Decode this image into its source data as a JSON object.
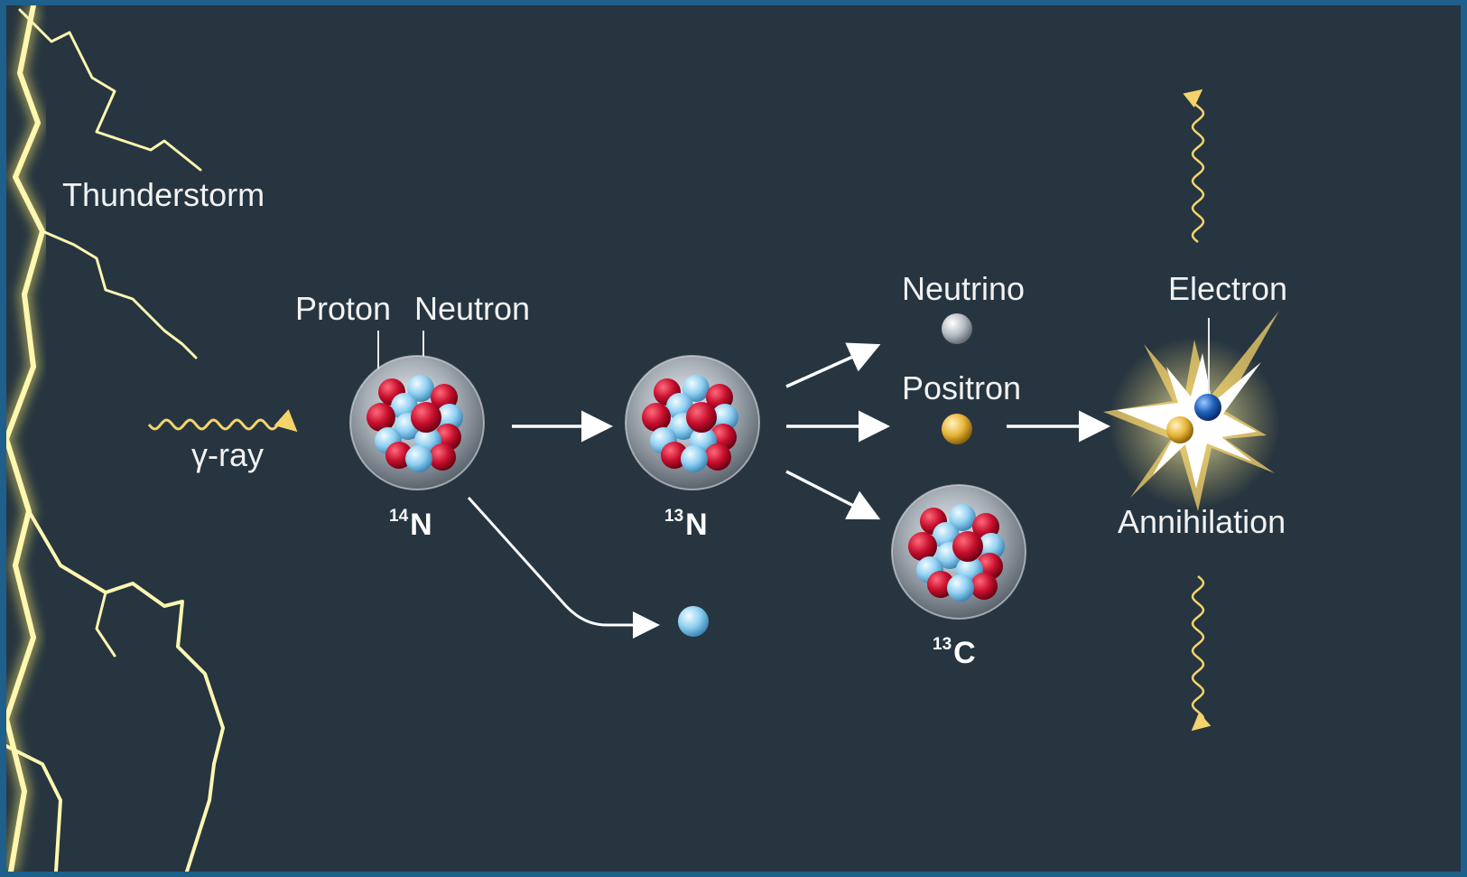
{
  "labels": {
    "thunderstorm": "Thunderstorm",
    "gamma_ray": "γ-ray",
    "proton": "Proton",
    "neutron": "Neutron",
    "neutrino": "Neutrino",
    "positron": "Positron",
    "electron": "Electron",
    "annihilation": "Annihilation"
  },
  "isotopes": {
    "n14": {
      "mass": "14",
      "symbol": "N"
    },
    "n13": {
      "mass": "13",
      "symbol": "N"
    },
    "c13": {
      "mass": "13",
      "symbol": "C"
    }
  },
  "colors": {
    "background": "#263540",
    "frame": "#1f5f8c",
    "proton": "#c8102e",
    "neutron": "#8fd0f2",
    "lightning": "#fff7b0",
    "gamma": "#f5d36b",
    "positron": "#e8b63a",
    "electron": "#1d5fb8",
    "neutrino": "#b8bec5",
    "arrow": "#ffffff"
  },
  "icons": [
    "lightning-bolt-icon",
    "wavy-arrow-icon",
    "nucleus-icon",
    "particle-icon",
    "burst-icon"
  ]
}
